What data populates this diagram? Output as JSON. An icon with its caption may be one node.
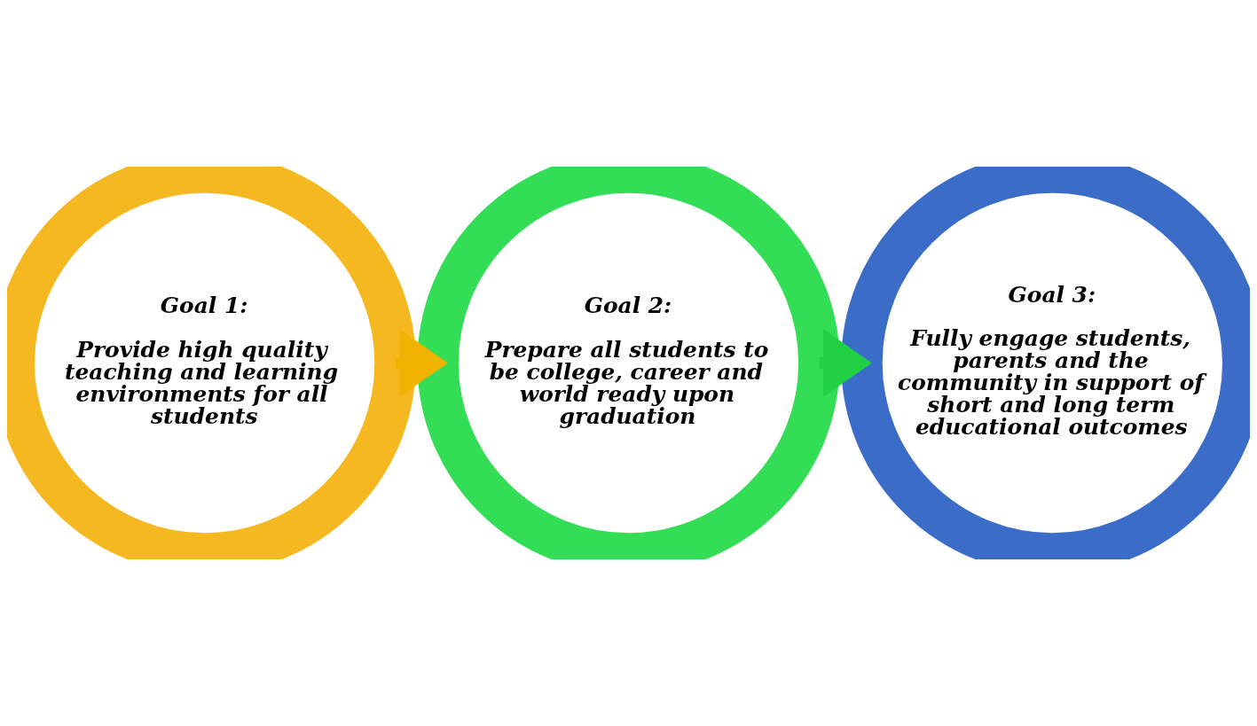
{
  "diagram": {
    "nodes": [
      {
        "text": [
          "Goal 1:",
          "Provide high quality teaching and learning environments for all students"
        ]
      },
      {
        "text": [
          "Goal 2:",
          "Prepare all students to be college, career and world ready upon graduation"
        ]
      },
      {
        "text": [
          "Goal 3:",
          "Fully engage students, parents and the community in support of short and long term educational outcomes"
        ]
      }
    ],
    "edges": [
      {
        "from": 0,
        "to": 1,
        "arrow": "to",
        "color": "#f0b400"
      },
      {
        "from": 1,
        "to": 2,
        "arrow": "to",
        "color": "#22d045"
      }
    ]
  }
}
